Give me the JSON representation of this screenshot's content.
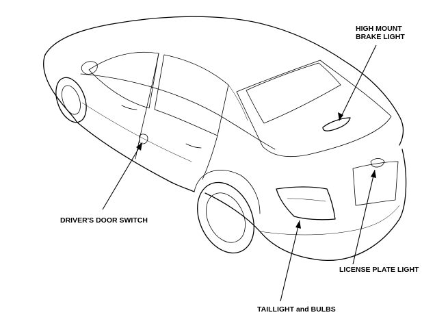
{
  "labels": {
    "high_mount_line1": "HIGH MOUNT",
    "high_mount_line2": "BRAKE LIGHT",
    "door_switch": "DRIVER'S DOOR SWITCH",
    "license_plate": "LICENSE PLATE LIGHT",
    "taillight": "TAILLIGHT and BULBS"
  }
}
